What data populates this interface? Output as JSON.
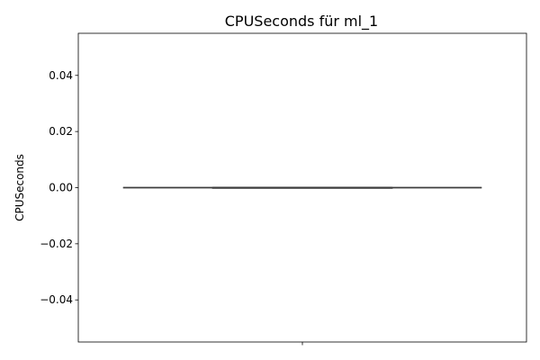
{
  "chart_data": {
    "type": "box",
    "title": "CPUSeconds für ml_1",
    "xlabel": "",
    "ylabel": "CPUSeconds",
    "ylim": [
      -0.055,
      0.055
    ],
    "y_ticks": [
      -0.04,
      -0.02,
      0.0,
      0.02,
      0.04
    ],
    "y_tick_labels": [
      "−0.04",
      "−0.02",
      "0.00",
      "0.02",
      "0.04"
    ],
    "categories": [
      ""
    ],
    "boxes": [
      {
        "category": "",
        "whisker_low": 0.0,
        "q1": 0.0,
        "median": 0.0,
        "q3": 0.0,
        "whisker_high": 0.0
      }
    ],
    "grid": false,
    "colors": {
      "box_line": "#3d3d3d",
      "axes": "#000000"
    }
  }
}
